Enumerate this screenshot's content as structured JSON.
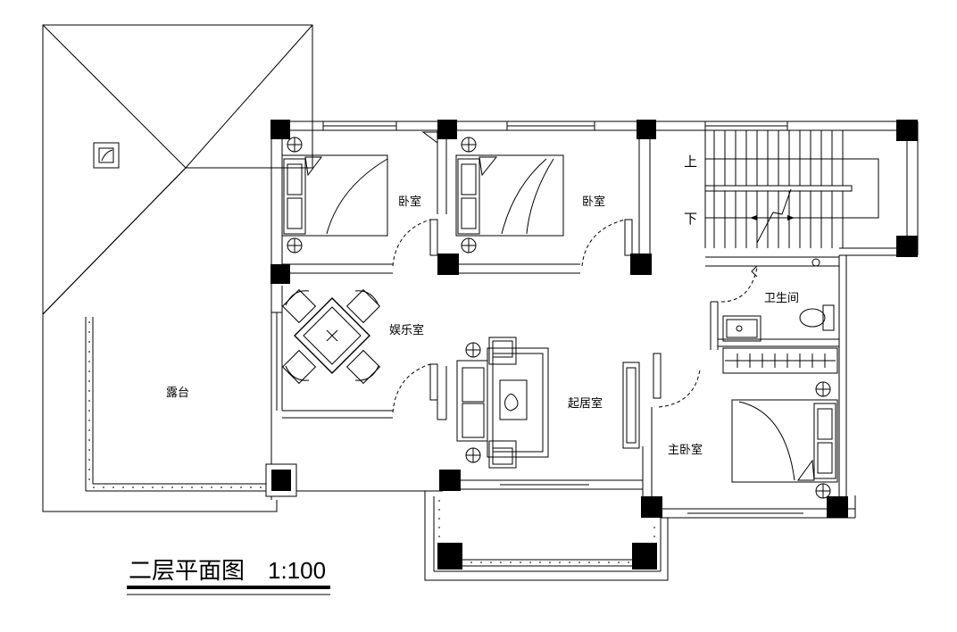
{
  "drawing": {
    "title": "二层平面图",
    "scale": "1:100"
  },
  "rooms": {
    "bedroom_1": "卧室",
    "bedroom_2": "卧室",
    "entertainment": "娱乐室",
    "terrace": "露台",
    "living_room": "起居室",
    "master_bedroom": "主卧室",
    "bathroom": "卫生间"
  },
  "stairs": {
    "up": "上",
    "down": "下"
  },
  "colors": {
    "line": "#000000",
    "background": "#ffffff"
  }
}
